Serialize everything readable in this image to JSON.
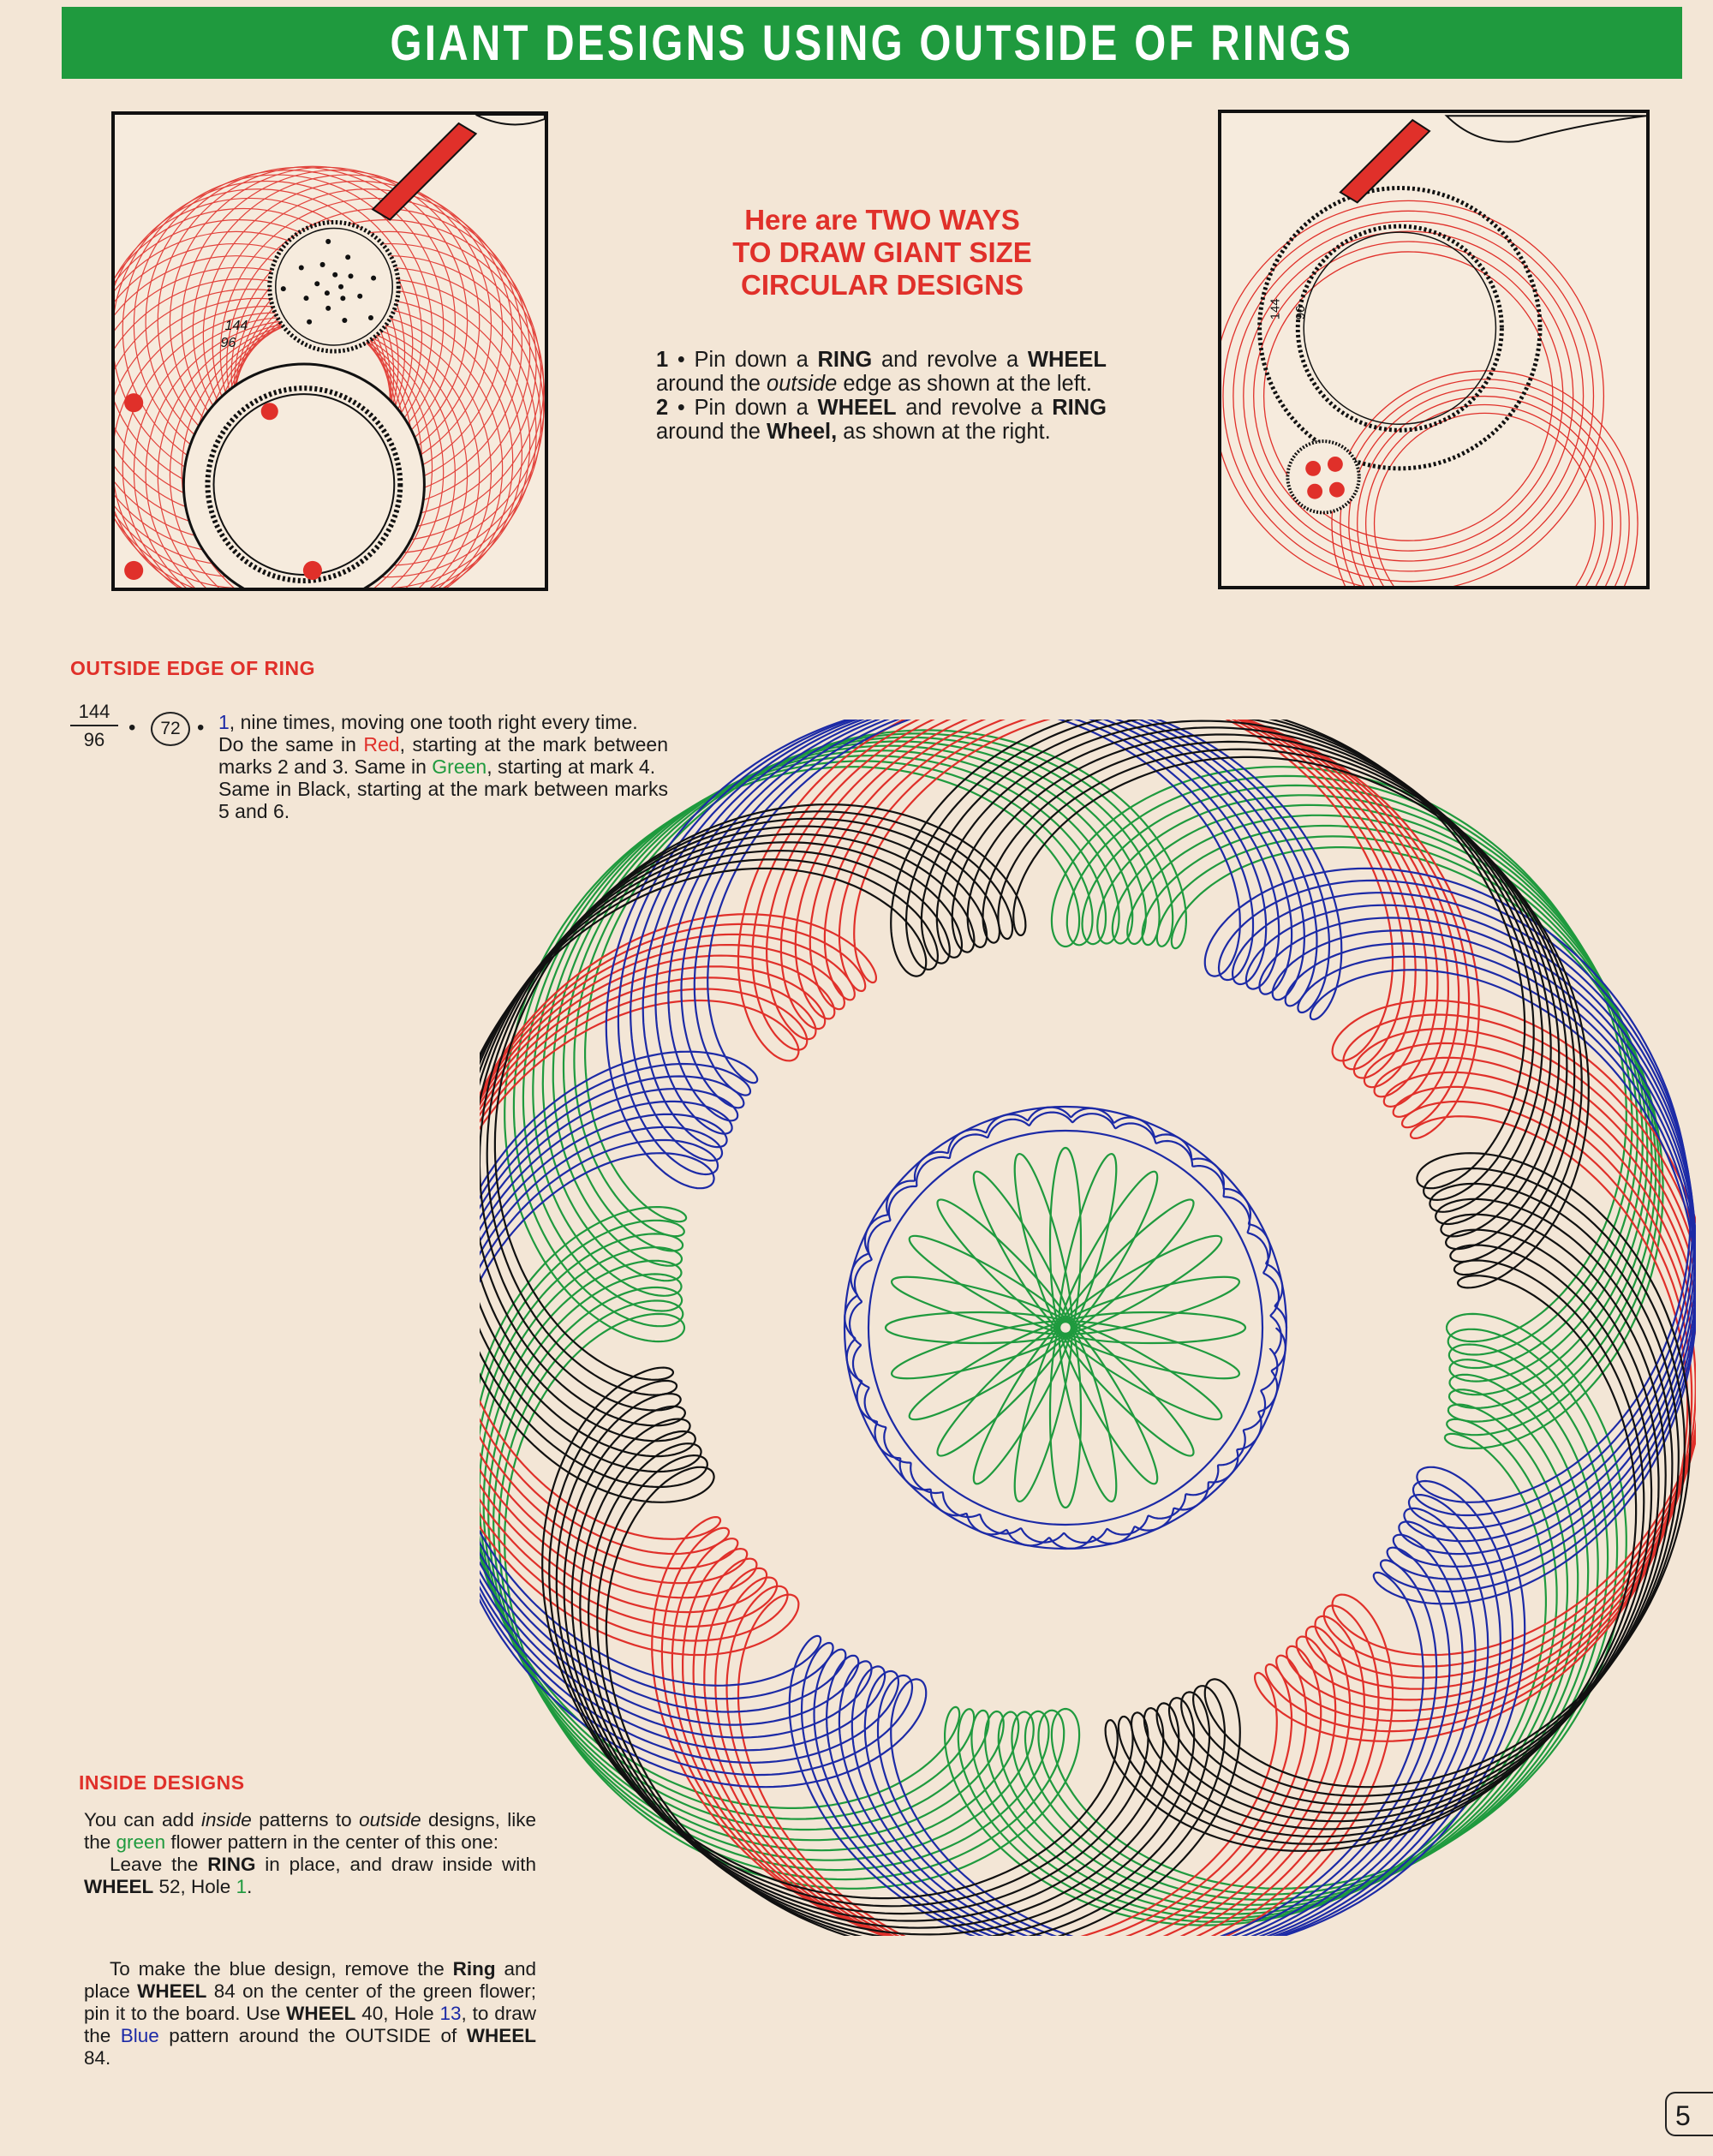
{
  "banner": {
    "title": "GIANT DESIGNS USING OUTSIDE OF RINGS"
  },
  "colors": {
    "green": "#1f9a3e",
    "red": "#e0302a",
    "blue": "#1c2aa6",
    "black": "#111111",
    "paper": "#f3e6d6"
  },
  "illustrations": {
    "left": {
      "ring_outer_label": "144",
      "ring_inner_label": "96"
    },
    "right": {
      "ring_outer_label": "144",
      "ring_inner_label": "96"
    }
  },
  "intro": {
    "heading": [
      "Here are TWO WAYS",
      "TO DRAW GIANT SIZE",
      "CIRCULAR DESIGNS"
    ],
    "step1": {
      "num": "1",
      "t1": " Pin down a ",
      "b1": "RING",
      "t2": " and revolve a ",
      "b2": "WHEEL",
      "t3": " around the ",
      "i1": "outside",
      "t4": " edge as shown at the left."
    },
    "step2": {
      "num": "2",
      "t1": " Pin down a ",
      "b1": "WHEEL",
      "t2": " and revolve a ",
      "b2": "RING",
      "t3": " around the ",
      "b3": "Wheel,",
      "t4": " as shown at the right."
    }
  },
  "outside_edge": {
    "title": "OUTSIDE EDGE OF RING",
    "ring_outer": "144",
    "ring_inner": "96",
    "wheel": "72",
    "hole": "1",
    "line1": ", nine times, moving one tooth right every time.",
    "line2a": "Do the same in ",
    "red_word": "Red",
    "line2b": ", starting at the mark between marks 2 and 3. Same in ",
    "green_word": "Green",
    "line2c": ", starting at mark 4.",
    "line3": "Same in Black, starting at the mark between marks 5 and 6."
  },
  "inside_designs": {
    "title": "INSIDE DESIGNS",
    "p1a": "You can add ",
    "p1_inside": "inside",
    "p1b": " patterns to ",
    "p1_outside": "outside",
    "p1c": " designs, like the ",
    "p1_green": "green",
    "p1d": " flower pattern in the center of this one:",
    "p2a": "Leave the ",
    "p2_ring": "RING",
    "p2b": " in place, and draw inside with ",
    "p2_wheel": "WHEEL",
    "p2c": " 52, Hole ",
    "p2_hole": "1",
    "p2d": ".",
    "p3a": "To make the blue design, remove the ",
    "p3_ring": "Ring",
    "p3b": " and place ",
    "p3_wheel1": "WHEEL",
    "p3c": " 84 on the center of the green flower; pin it to the board. Use ",
    "p3_wheel2": "WHEEL",
    "p3d": " 40, Hole ",
    "p3_hole": "13",
    "p3e": ", to draw the ",
    "p3_blue": "Blue",
    "p3f": " pattern around the OUTSIDE of ",
    "p3_wheel3": "WHEEL",
    "p3g": " 84."
  },
  "page_number": "5"
}
